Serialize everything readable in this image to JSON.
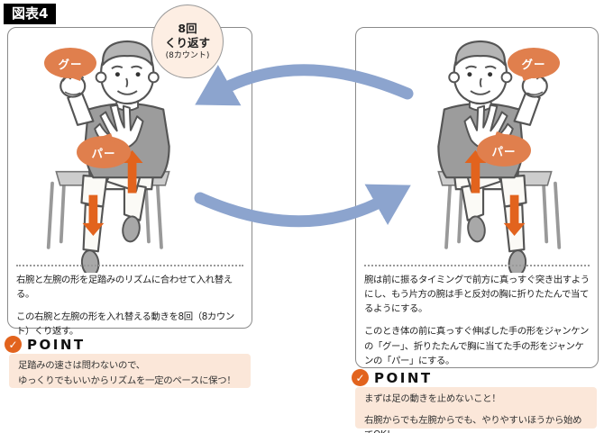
{
  "title": "図表4",
  "repeat_bubble": {
    "count": "8回",
    "action": "くり返す",
    "sub": "(8カウント)"
  },
  "labels": {
    "goo": "グー",
    "paa": "パー"
  },
  "left_panel": {
    "desc1": "右腕と左腕の形を足踏みのリズムに合わせて入れ替える。",
    "desc2": "この右腕と左腕の形を入れ替える動きを8回（8カウント）くり返す。"
  },
  "right_panel": {
    "desc1": "腕は前に振るタイミングで前方に真っすぐ突き出すようにし、もう片方の腕は手と反対の胸に折りたたんで当てるようにする。",
    "desc2": "このとき体の前に真っすぐ伸ばした手の形をジャンケンの「グー」、折りたたんで胸に当てた手の形をジャンケンの「パー」にする。"
  },
  "left_point": {
    "title": "POINT",
    "check": "✓",
    "line1": "足踏みの速さは問わないので、",
    "line2": "ゆっくりでもいいからリズムを一定のペースに保つ！"
  },
  "right_point": {
    "title": "POINT",
    "check": "✓",
    "line1": "まずは足の動きを止めないこと！",
    "line2": "右腕からでも左腕からでも、やりやすいほうから始めてOK！"
  },
  "colors": {
    "accent_orange": "#e2631d",
    "bubble_orange": "#e07f4d",
    "arrow_blue": "#8ca4ce",
    "point_box_bg": "#fbe7d9",
    "circle_bubble_bg": "#fdeee3",
    "panel_border": "#8a8a8a"
  }
}
